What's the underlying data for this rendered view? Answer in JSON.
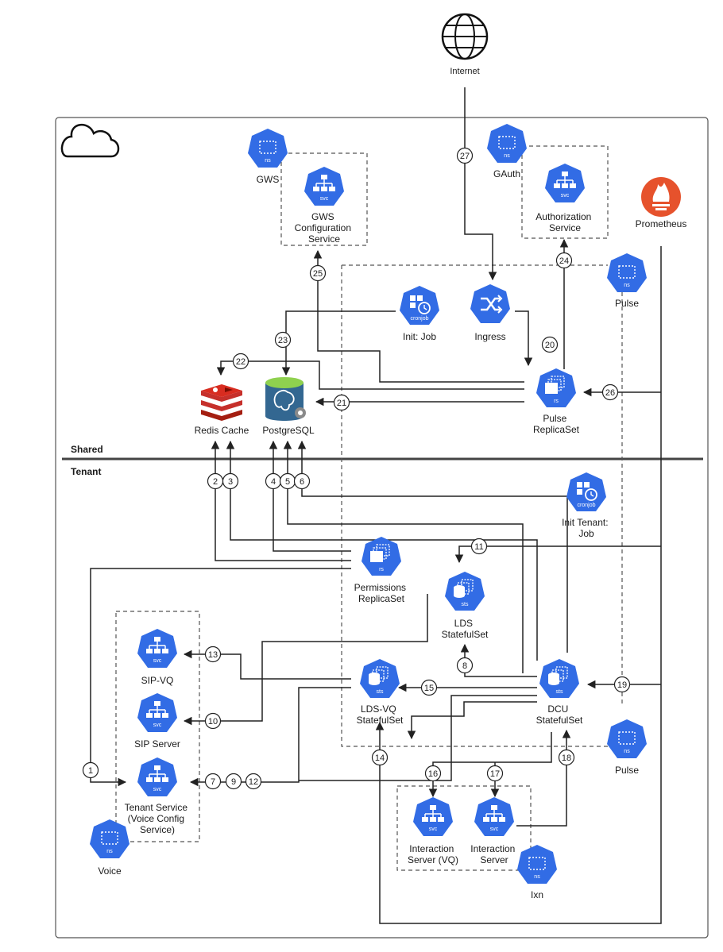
{
  "internet": {
    "label": "Internet"
  },
  "sections": {
    "shared": "Shared",
    "tenant": "Tenant"
  },
  "nodes": {
    "gws_ns": {
      "tag": "ns",
      "label": "GWS"
    },
    "gws_config": {
      "tag": "svc",
      "label": [
        "GWS",
        "Configuration",
        "Service"
      ]
    },
    "gauth_ns": {
      "tag": "ns",
      "label": "GAuth"
    },
    "auth_service": {
      "tag": "svc",
      "label": [
        "Authorization",
        "Service"
      ]
    },
    "prometheus": {
      "label": "Prometheus"
    },
    "pulse_ns_top": {
      "tag": "ns",
      "label": "Pulse"
    },
    "init_job": {
      "tag": "cronjob",
      "label": "Init: Job"
    },
    "ingress": {
      "label": "Ingress"
    },
    "redis": {
      "label": "Redis Cache"
    },
    "postgres": {
      "label": "PostgreSQL"
    },
    "pulse_rs": {
      "tag": "rs",
      "label": [
        "Pulse",
        "ReplicaSet"
      ]
    },
    "init_tenant_job": {
      "tag": "cronjob",
      "label": [
        "Init Tenant:",
        "Job"
      ]
    },
    "permissions_rs": {
      "tag": "rs",
      "label": [
        "Permissions",
        "ReplicaSet"
      ]
    },
    "lds_sts": {
      "tag": "sts",
      "label": [
        "LDS",
        "StatefulSet"
      ]
    },
    "sip_vq": {
      "tag": "svc",
      "label": "SIP-VQ"
    },
    "sip_server": {
      "tag": "svc",
      "label": "SIP Server"
    },
    "tenant_service": {
      "tag": "svc",
      "label": [
        "Tenant Service",
        "(Voice Config",
        "Service)"
      ]
    },
    "voice_ns": {
      "tag": "ns",
      "label": "Voice"
    },
    "ldsvq_sts": {
      "tag": "sts",
      "label": [
        "LDS-VQ",
        "StatefulSet"
      ]
    },
    "dcu_sts": {
      "tag": "sts",
      "label": [
        "DCU",
        "StatefulSet"
      ]
    },
    "pulse_ns_bottom": {
      "tag": "ns",
      "label": "Pulse"
    },
    "interaction_vq": {
      "tag": "svc",
      "label": [
        "Interaction",
        "Server (VQ)"
      ]
    },
    "interaction_server": {
      "tag": "svc",
      "label": [
        "Interaction",
        "Server"
      ]
    },
    "ixn_ns": {
      "tag": "ns",
      "label": "Ixn"
    }
  },
  "badges": [
    "1",
    "2",
    "3",
    "4",
    "5",
    "6",
    "7",
    "8",
    "9",
    "10",
    "11",
    "12",
    "13",
    "14",
    "15",
    "16",
    "17",
    "18",
    "19",
    "20",
    "21",
    "22",
    "23",
    "24",
    "25",
    "26",
    "27"
  ],
  "colors": {
    "k8s_blue": "#326ce5",
    "redis_red": "#c6302b",
    "prometheus_orange": "#e6522c",
    "postgres_blue": "#336791"
  }
}
